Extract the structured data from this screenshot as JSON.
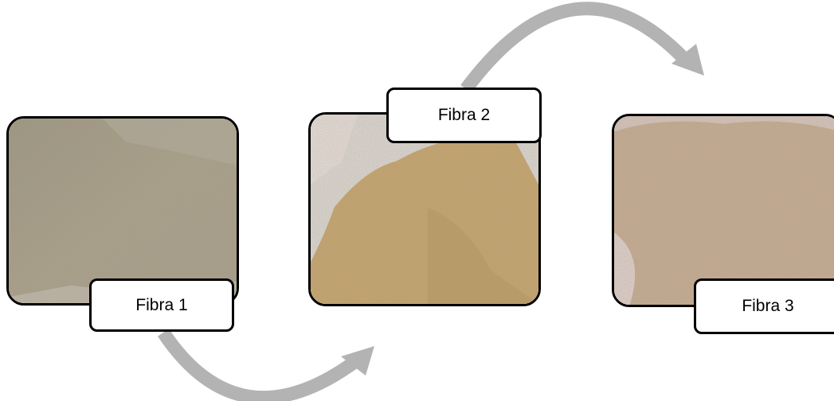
{
  "diagram": {
    "nodes": [
      {
        "id": "fibra-1",
        "label": "Fibra 1",
        "photo_tone": "greyish-beige"
      },
      {
        "id": "fibra-2",
        "label": "Fibra 2",
        "photo_tone": "golden-tan"
      },
      {
        "id": "fibra-3",
        "label": "Fibra 3",
        "photo_tone": "pinkish-beige"
      }
    ],
    "edges": [
      {
        "from": "fibra-1",
        "to": "fibra-2",
        "style": "curved-arrow-below"
      },
      {
        "from": "fibra-2",
        "to": "fibra-3",
        "style": "curved-arrow-above"
      }
    ],
    "colors": {
      "arrow": "#b3b3b3",
      "border": "#000000",
      "label_bg": "#ffffff",
      "photo1": "#a89d82",
      "photo2": "#c2a270",
      "photo3": "#c5ab8f"
    }
  }
}
